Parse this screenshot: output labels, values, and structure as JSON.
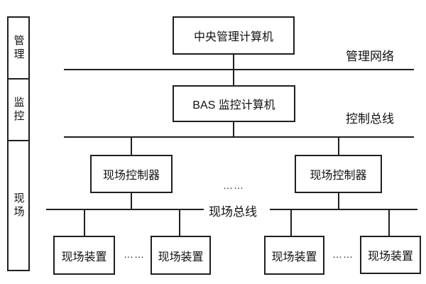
{
  "sidebar": {
    "layers": [
      {
        "label": "管理"
      },
      {
        "label": "监控"
      },
      {
        "label": "现场"
      }
    ]
  },
  "nodes": {
    "central_computer": "中央管理计算机",
    "bas_computer": "BAS 监控计算机",
    "field_controller": "现场控制器",
    "field_device": "现场装置"
  },
  "bus_labels": {
    "management_network": "管理网络",
    "control_bus": "控制总线",
    "field_bus": "现场总线"
  },
  "ellipsis": "……",
  "colors": {
    "line": "#1f1f1f",
    "text": "#111111",
    "background": "#ffffff"
  }
}
